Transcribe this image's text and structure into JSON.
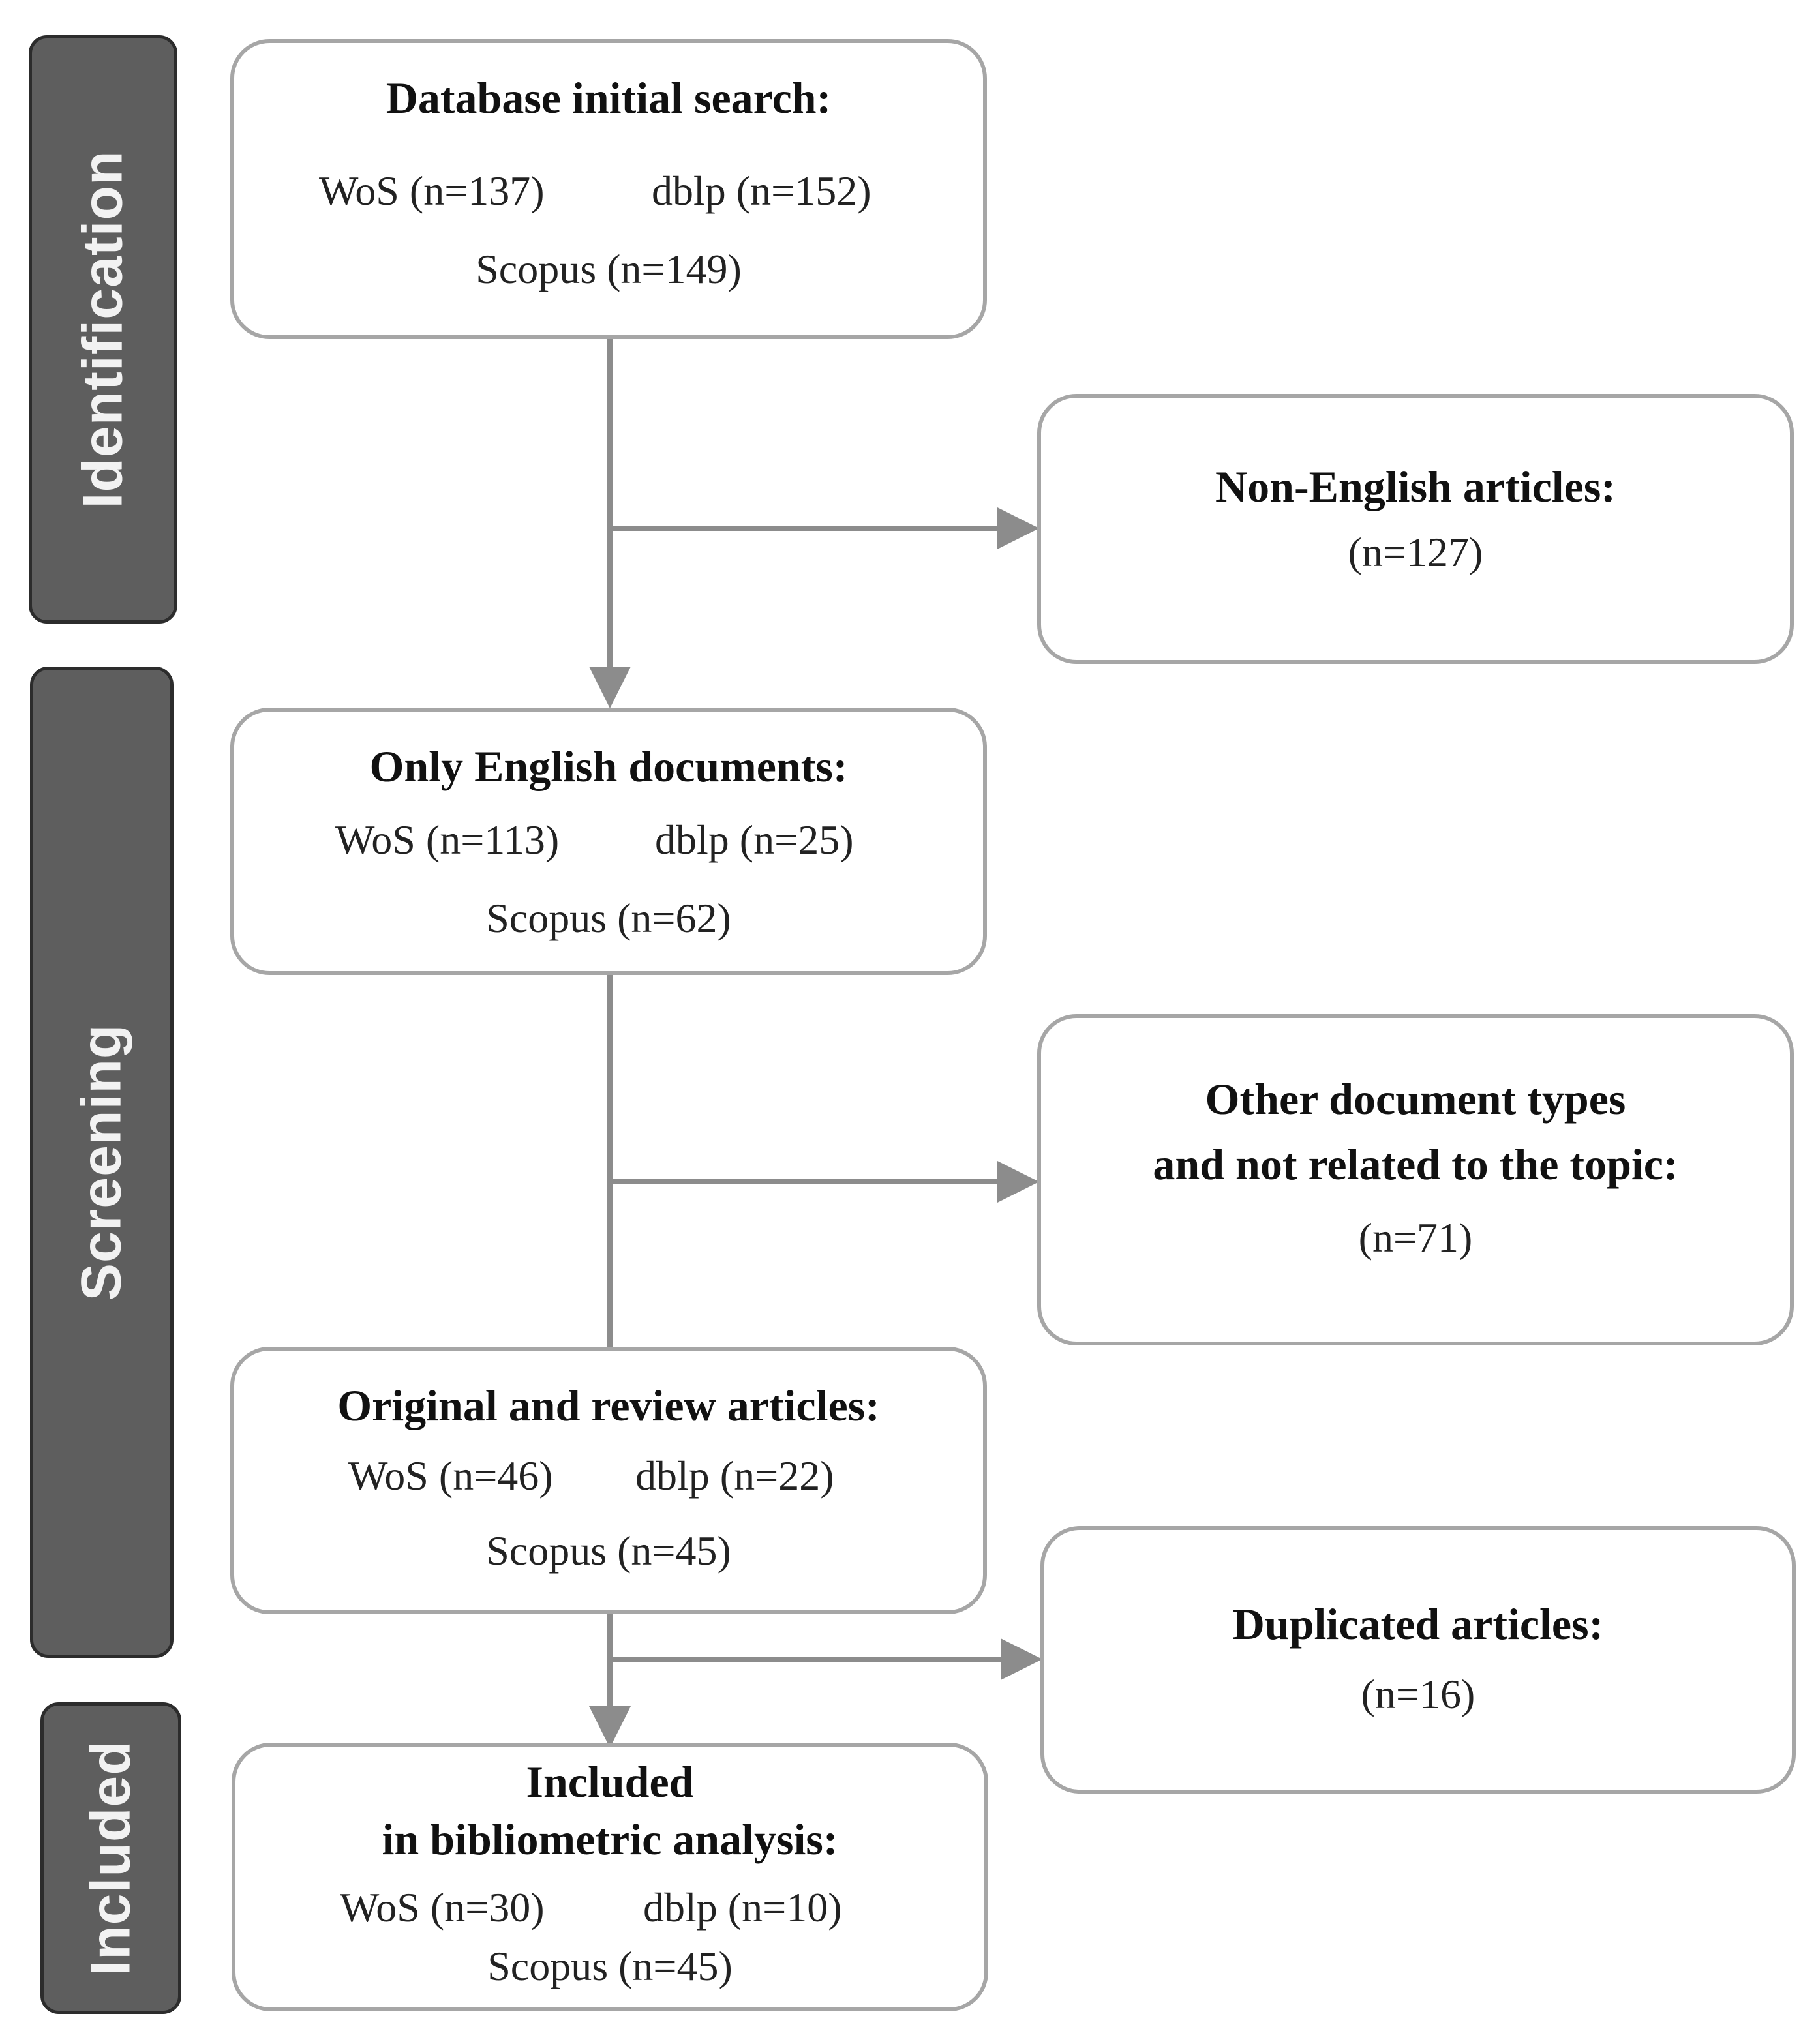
{
  "stages": {
    "identification": "Identification",
    "screening": "Screening",
    "included": "Included"
  },
  "initial_search": {
    "title": "Database initial search:",
    "wos": "WoS (n=137)",
    "dblp": "dblp (n=152)",
    "scopus": "Scopus (n=149)"
  },
  "non_english": {
    "title": "Non-English articles:",
    "count": "(n=127)"
  },
  "english_only": {
    "title": "Only English documents:",
    "wos": "WoS (n=113)",
    "dblp": "dblp (n=25)",
    "scopus": "Scopus (n=62)"
  },
  "other_types": {
    "title_line1": "Other document types",
    "title_line2": "and not related to the topic:",
    "count": "(n=71)"
  },
  "original_review": {
    "title": "Original and review articles:",
    "wos": "WoS (n=46)",
    "dblp": "dblp (n=22)",
    "scopus": "Scopus (n=45)"
  },
  "duplicated": {
    "title": "Duplicated articles:",
    "count": "(n=16)"
  },
  "included_box": {
    "title_line1": "Included",
    "title_line2": "in bibliometric analysis:",
    "wos": "WoS (n=30)",
    "dblp": "dblp (n=10)",
    "scopus": "Scopus (n=45)"
  },
  "colors": {
    "stage_fill": "#5e5e5e",
    "box_border": "#a6a6a6",
    "connector": "#8c8c8c"
  }
}
